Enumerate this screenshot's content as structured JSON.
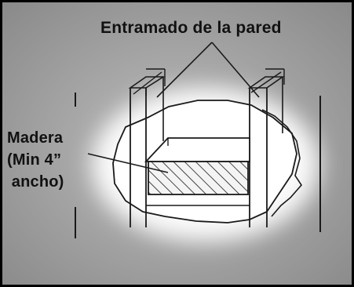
{
  "diagram": {
    "labels": {
      "wall_framing": "Entramado de la pared",
      "wood_line1": "Madera",
      "wood_line2": "(Min 4”",
      "wood_line3": " ancho)"
    },
    "colors": {
      "background": "#8e8e8e",
      "hole_glow": "#ffffff",
      "line": "#1a1a1a",
      "border": "#000000"
    }
  }
}
